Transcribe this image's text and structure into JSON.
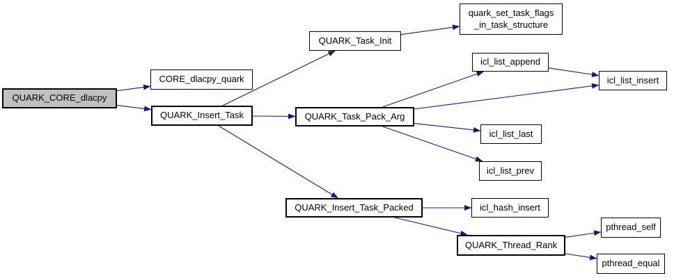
{
  "diagram": {
    "type": "call-graph",
    "root_function": "QUARK_CORE_dlacpy",
    "colors": {
      "background": "#ffffff",
      "edge": "#191970",
      "node_border": "#000000",
      "node_fill": "#ffffff",
      "highlight_fill": "#c0c0c0",
      "text": "#000000"
    },
    "nodes": [
      {
        "id": "QUARK_CORE_dlacpy",
        "label": "QUARK_CORE_dlacpy",
        "highlight": true
      },
      {
        "id": "CORE_dlacpy_quark",
        "label": "CORE_dlacpy_quark",
        "highlight": false
      },
      {
        "id": "QUARK_Insert_Task",
        "label": "QUARK_Insert_Task",
        "highlight": false
      },
      {
        "id": "QUARK_Task_Init",
        "label": "QUARK_Task_Init",
        "highlight": false
      },
      {
        "id": "quark_set_task_flags_in_task_structure",
        "label": "quark_set_task_flags\n_in_task_structure",
        "highlight": false
      },
      {
        "id": "icl_list_append",
        "label": "icl_list_append",
        "highlight": false
      },
      {
        "id": "icl_list_insert",
        "label": "icl_list_insert",
        "highlight": false
      },
      {
        "id": "QUARK_Task_Pack_Arg",
        "label": "QUARK_Task_Pack_Arg",
        "highlight": false
      },
      {
        "id": "icl_list_last",
        "label": "icl_list_last",
        "highlight": false
      },
      {
        "id": "icl_list_prev",
        "label": "icl_list_prev",
        "highlight": false
      },
      {
        "id": "QUARK_Insert_Task_Packed",
        "label": "QUARK_Insert_Task_Packed",
        "highlight": false
      },
      {
        "id": "icl_hash_insert",
        "label": "icl_hash_insert",
        "highlight": false
      },
      {
        "id": "QUARK_Thread_Rank",
        "label": "QUARK_Thread_Rank",
        "highlight": false
      },
      {
        "id": "pthread_self",
        "label": "pthread_self",
        "highlight": false
      },
      {
        "id": "pthread_equal",
        "label": "pthread_equal",
        "highlight": false
      }
    ],
    "edges": [
      {
        "from": "QUARK_CORE_dlacpy",
        "to": "CORE_dlacpy_quark"
      },
      {
        "from": "QUARK_CORE_dlacpy",
        "to": "QUARK_Insert_Task"
      },
      {
        "from": "QUARK_Insert_Task",
        "to": "QUARK_Task_Init"
      },
      {
        "from": "QUARK_Insert_Task",
        "to": "QUARK_Task_Pack_Arg"
      },
      {
        "from": "QUARK_Insert_Task",
        "to": "QUARK_Insert_Task_Packed"
      },
      {
        "from": "QUARK_Task_Init",
        "to": "quark_set_task_flags_in_task_structure"
      },
      {
        "from": "QUARK_Task_Pack_Arg",
        "to": "icl_list_append"
      },
      {
        "from": "QUARK_Task_Pack_Arg",
        "to": "icl_list_insert"
      },
      {
        "from": "QUARK_Task_Pack_Arg",
        "to": "icl_list_last"
      },
      {
        "from": "QUARK_Task_Pack_Arg",
        "to": "icl_list_prev"
      },
      {
        "from": "icl_list_append",
        "to": "icl_list_insert"
      },
      {
        "from": "QUARK_Insert_Task_Packed",
        "to": "icl_hash_insert"
      },
      {
        "from": "QUARK_Insert_Task_Packed",
        "to": "QUARK_Thread_Rank"
      },
      {
        "from": "QUARK_Thread_Rank",
        "to": "pthread_self"
      },
      {
        "from": "QUARK_Thread_Rank",
        "to": "pthread_equal"
      }
    ]
  }
}
